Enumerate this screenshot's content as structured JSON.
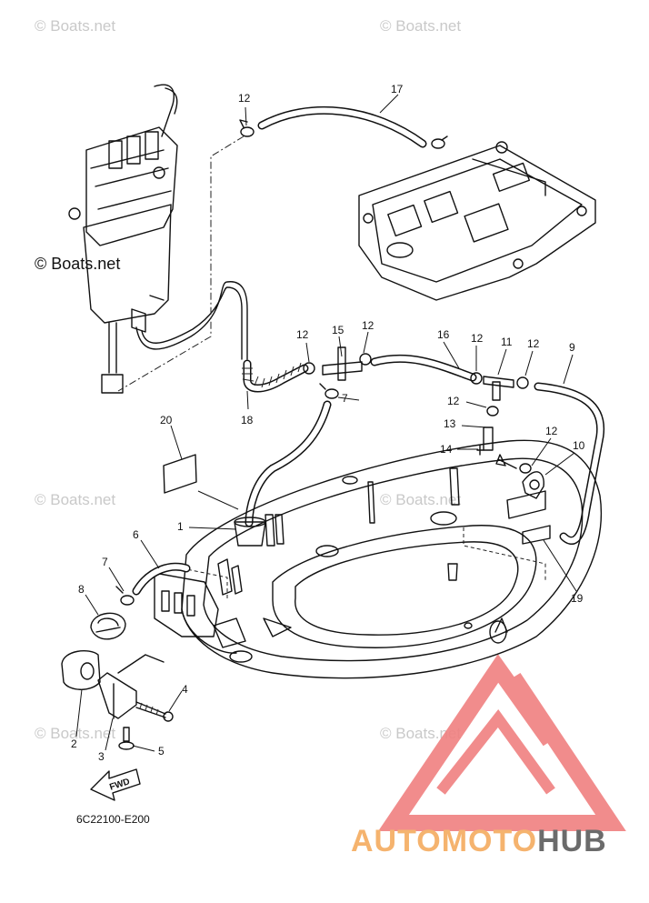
{
  "diagram": {
    "code": "6C22100-E200",
    "fwd_label": "FWD",
    "callouts": [
      "12",
      "17",
      "15",
      "12",
      "12",
      "11",
      "12",
      "16",
      "9",
      "7",
      "12",
      "13",
      "14",
      "12",
      "10",
      "18",
      "20",
      "1",
      "6",
      "7",
      "8",
      "4",
      "2",
      "3",
      "5",
      "19"
    ]
  },
  "watermarks": {
    "text": "© Boats.net",
    "prominent": "© Boats.net"
  },
  "brand": {
    "part1": "AUTOMOTO",
    "part2": "HUB",
    "colors": {
      "auto": "#f5b36e",
      "moto": "#f08a8a",
      "hub": "#6b6b6b",
      "triangle": "#f07f7f"
    }
  }
}
